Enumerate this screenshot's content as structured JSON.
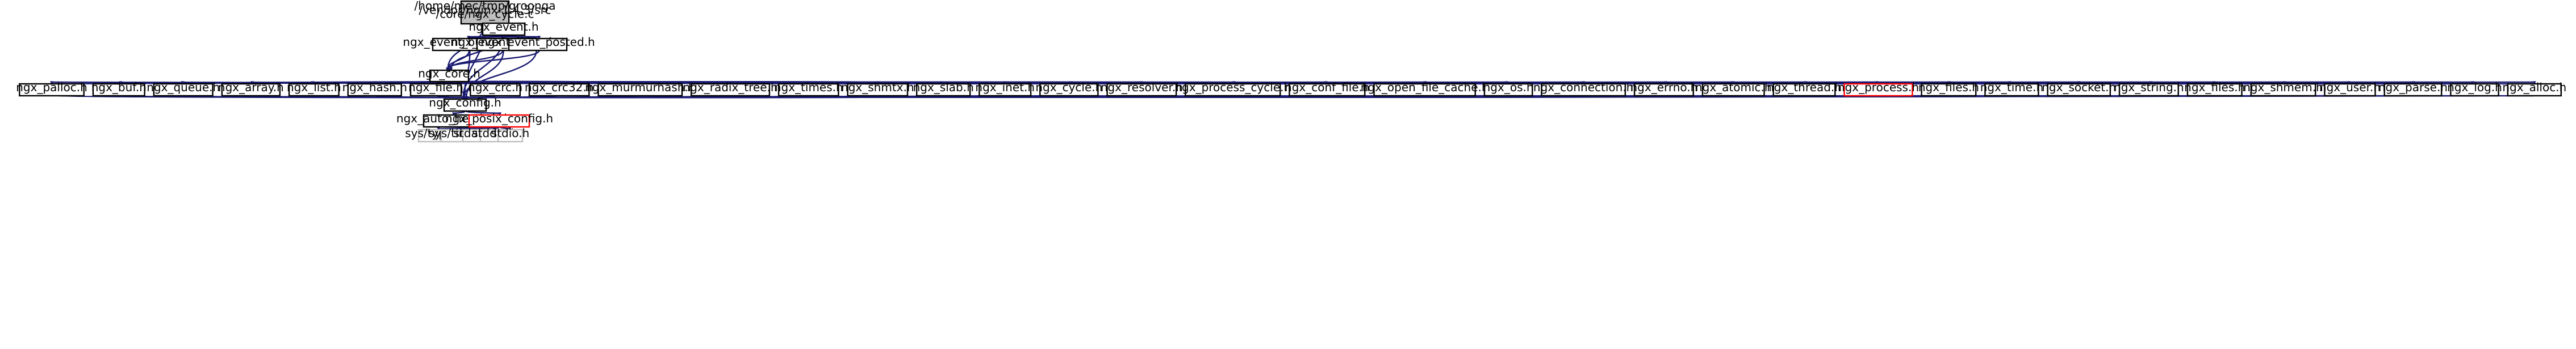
{
  "graph": {
    "colors": {
      "edge": "#191970",
      "node_border": "#000000",
      "node_fill": "#ffffff",
      "root_fill": "#bfbfbf",
      "incomplete_border": "#ff0000",
      "system_header_border": "#bfbfbf",
      "system_header_text": "#808080"
    },
    "nodes": {
      "root": {
        "lines": [
          "/home/mec/tmp/groonga",
          "/vendor/nginx-1.4.3/src",
          "/core/ngx_cycle.c"
        ],
        "kind": "root"
      },
      "ngx_event_h": {
        "lines": [
          "ngx_event.h"
        ]
      },
      "ngx_event_busy_lock_h": {
        "lines": [
          "ngx_event_busy_lock.h"
        ]
      },
      "ngx_event_timer_h": {
        "lines": [
          "ngx_event_timer.h"
        ]
      },
      "ngx_event_posted_h": {
        "lines": [
          "ngx_event_posted.h"
        ]
      },
      "ngx_core_h": {
        "lines": [
          "ngx_core.h"
        ]
      },
      "ngx_palloc_h": {
        "lines": [
          "ngx_palloc.h"
        ]
      },
      "ngx_buf_h": {
        "lines": [
          "ngx_buf.h"
        ]
      },
      "ngx_queue_h": {
        "lines": [
          "ngx_queue.h"
        ]
      },
      "ngx_array_h": {
        "lines": [
          "ngx_array.h"
        ]
      },
      "ngx_list_h": {
        "lines": [
          "ngx_list.h"
        ]
      },
      "ngx_hash_h": {
        "lines": [
          "ngx_hash.h"
        ]
      },
      "ngx_file_h": {
        "lines": [
          "ngx_file.h"
        ]
      },
      "ngx_crc_h": {
        "lines": [
          "ngx_crc.h"
        ]
      },
      "ngx_crc32_h": {
        "lines": [
          "ngx_crc32.h"
        ]
      },
      "ngx_murmurhash_h": {
        "lines": [
          "ngx_murmurhash.h"
        ]
      },
      "ngx_radix_tree_h": {
        "lines": [
          "ngx_radix_tree.h"
        ]
      },
      "ngx_times_h": {
        "lines": [
          "ngx_times.h"
        ]
      },
      "ngx_shmtx_h": {
        "lines": [
          "ngx_shmtx.h"
        ]
      },
      "ngx_slab_h": {
        "lines": [
          "ngx_slab.h"
        ]
      },
      "ngx_inet_h": {
        "lines": [
          "ngx_inet.h"
        ]
      },
      "ngx_cycle_h": {
        "lines": [
          "ngx_cycle.h"
        ]
      },
      "ngx_resolver_h": {
        "lines": [
          "ngx_resolver.h"
        ]
      },
      "ngx_process_cycle_h": {
        "lines": [
          "ngx_process_cycle.h"
        ]
      },
      "ngx_conf_file_h": {
        "lines": [
          "ngx_conf_file.h"
        ]
      },
      "ngx_open_file_cache_h": {
        "lines": [
          "ngx_open_file_cache.h"
        ]
      },
      "ngx_os_h": {
        "lines": [
          "ngx_os.h"
        ]
      },
      "ngx_connection_h": {
        "lines": [
          "ngx_connection.h"
        ]
      },
      "ngx_errno_h": {
        "lines": [
          "ngx_errno.h"
        ]
      },
      "ngx_atomic_h": {
        "lines": [
          "ngx_atomic.h"
        ]
      },
      "ngx_thread_h": {
        "lines": [
          "ngx_thread.h"
        ]
      },
      "ngx_process_h": {
        "lines": [
          "ngx_process.h"
        ],
        "kind": "incomplete"
      },
      "ngx_files_h": {
        "lines": [
          "ngx_files.h"
        ]
      },
      "ngx_time_h": {
        "lines": [
          "ngx_time.h"
        ]
      },
      "ngx_socket_h": {
        "lines": [
          "ngx_socket.h"
        ]
      },
      "ngx_string_h": {
        "lines": [
          "ngx_string.h"
        ]
      },
      "ngx_files2_h": {
        "lines": [
          "ngx_files.h"
        ]
      },
      "ngx_shmem_h": {
        "lines": [
          "ngx_shmem.h"
        ]
      },
      "ngx_user_h": {
        "lines": [
          "ngx_user.h"
        ]
      },
      "ngx_parse_h": {
        "lines": [
          "ngx_parse.h"
        ]
      },
      "ngx_log_h": {
        "lines": [
          "ngx_log.h"
        ]
      },
      "ngx_alloc_h": {
        "lines": [
          "ngx_alloc.h"
        ]
      },
      "ngx_config_h": {
        "lines": [
          "ngx_config.h"
        ]
      },
      "ngx_auto_headers_h": {
        "lines": [
          "ngx_auto_headers.h"
        ]
      },
      "ngx_posix_config_h": {
        "lines": [
          "ngx_posix_config.h"
        ],
        "kind": "incomplete"
      },
      "sys_types_h": {
        "lines": [
          "sys/types.h"
        ],
        "kind": "system"
      },
      "sys_time_h": {
        "lines": [
          "sys/time.h"
        ],
        "kind": "system"
      },
      "stdarg_h": {
        "lines": [
          "stdarg.h"
        ],
        "kind": "system"
      },
      "stddef_h": {
        "lines": [
          "stddef.h"
        ],
        "kind": "system"
      },
      "stdio_h": {
        "lines": [
          "stdio.h"
        ],
        "kind": "system"
      }
    }
  }
}
